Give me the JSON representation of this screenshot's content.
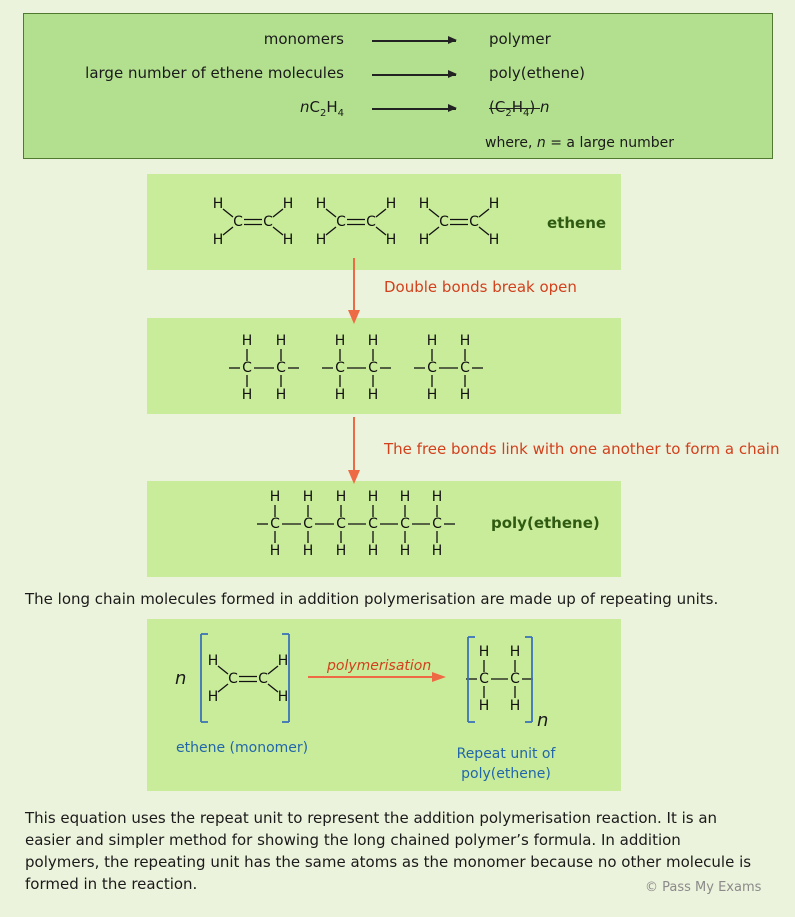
{
  "scheme": {
    "rows": [
      {
        "left": "monomers",
        "right": "polymer"
      },
      {
        "left": "large number of ethene molecules",
        "right": "poly(ethene)"
      }
    ],
    "formula_left_n": "n",
    "formula_left_rest": "C",
    "sub2": "2",
    "formula_h": "H",
    "sub4": "4",
    "formula_right_c": "C",
    "formula_right_n": "n",
    "where_prefix": "where, ",
    "where_n": "n",
    "where_suffix": " =  a large number"
  },
  "atoms": {
    "h": "H",
    "c": "C"
  },
  "labels": {
    "ethene": "ethene",
    "step1": "Double bonds break open",
    "step2": "The free bonds link with one another to form a chain",
    "polyethene": "poly(ethene)"
  },
  "mid_text": "The long chain molecules formed in addition polymerisation are made up of repeating units.",
  "equation": {
    "n": "n",
    "arrow_label": "polymerisation",
    "monomer_caption": "ethene (monomer)",
    "repeat_caption_1": "Repeat unit of",
    "repeat_caption_2": "poly(ethene)",
    "sub_n": "n"
  },
  "bottom_text": [
    "This equation uses the repeat unit to represent the addition polymerisation reaction. It is an",
    "easier and simpler method for showing the long chained polymer’s formula. In addition",
    "polymers, the repeating unit has the same atoms as the monomer because no other molecule is",
    "formed in the reaction."
  ],
  "copyright": "© Pass My Exams",
  "colors": {
    "accent_red": "#d2401c",
    "arrow_orange": "#ee6a45",
    "blue": "#2266aa",
    "green_label": "#2e5a12"
  }
}
